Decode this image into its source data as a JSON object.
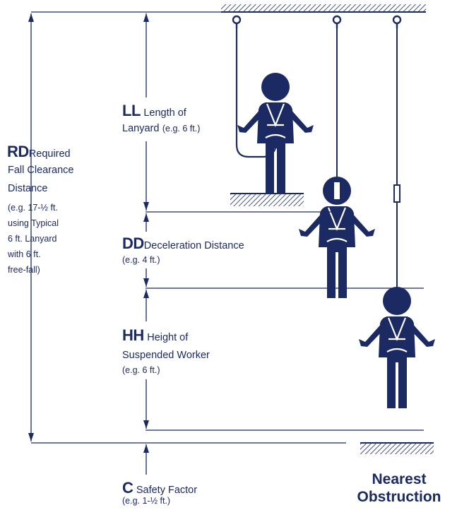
{
  "colors": {
    "ink": "#1b2a63",
    "background": "#ffffff"
  },
  "labels": {
    "rd": {
      "abbr": "RD",
      "line1": "Required",
      "line2": "Fall Clearance",
      "line3": "Distance",
      "note1": "(e.g. 17-½ ft.",
      "note2": "using Typical",
      "note3": "6 ft. Lanyard",
      "note4": "with 6 ft.",
      "note5": "free-fall)"
    },
    "ll": {
      "abbr": "LL",
      "line1": "Length of",
      "line2": "Lanyard",
      "note": "(e.g. 6 ft.)"
    },
    "dd": {
      "abbr": "DD",
      "line1": "Deceleration Distance",
      "note": "(e.g. 4 ft.)"
    },
    "hh": {
      "abbr": "HH",
      "line1": "Height of",
      "line2": "Suspended Worker",
      "note": "(e.g. 6 ft.)"
    },
    "c": {
      "abbr": "C",
      "line1": "Safety Factor",
      "note": "(e.g. 1-½ ft.)"
    }
  },
  "obstruction": {
    "line1": "Nearest",
    "line2": "Obstruction"
  },
  "icons": [
    "anchor-hook-icon",
    "worker-icon",
    "arrow-icon",
    "ground-hatch-icon"
  ]
}
